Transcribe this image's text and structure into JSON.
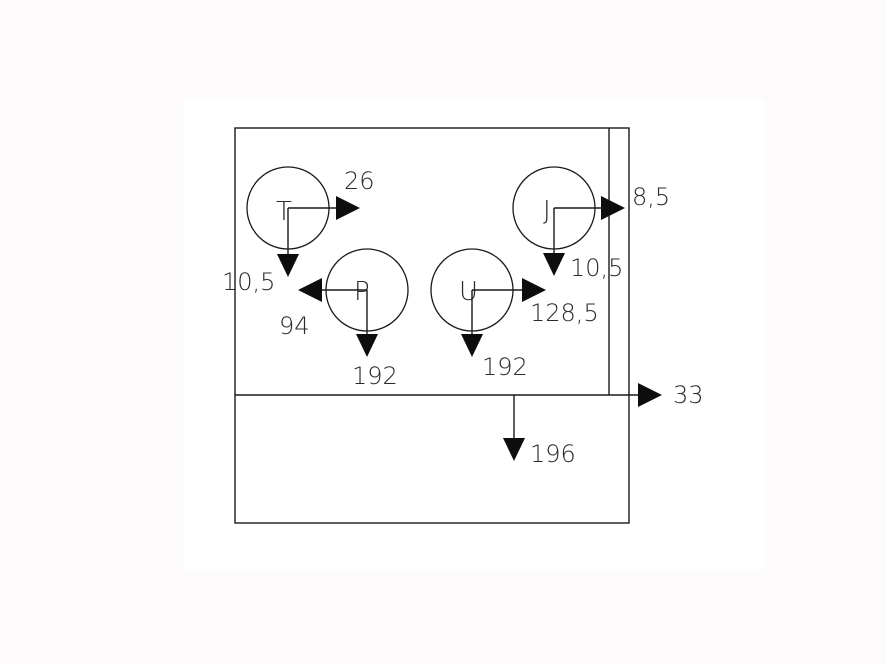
{
  "diagram": {
    "nodes": [
      {
        "id": "T",
        "letter": "T"
      },
      {
        "id": "P",
        "letter": "P"
      },
      {
        "id": "U",
        "letter": "U"
      },
      {
        "id": "J",
        "letter": "J"
      }
    ],
    "labels": {
      "t_right": "26",
      "t_down": "10,5",
      "p_left": "94",
      "p_down": "192",
      "u_right": "128,5",
      "u_down": "192",
      "j_right": "8,5",
      "j_down": "10,5",
      "beam_right": "33",
      "beam_down": "196"
    }
  }
}
